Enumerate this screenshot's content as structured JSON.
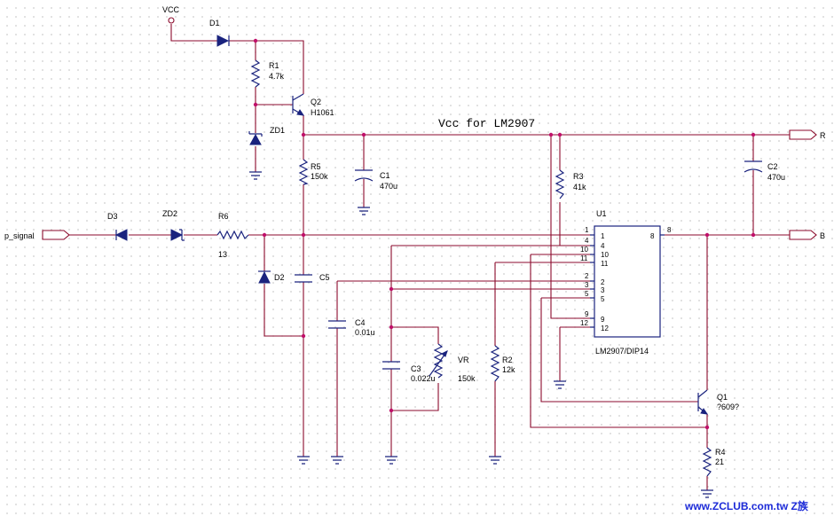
{
  "power": {
    "vcc": "VCC",
    "vcc_net": "Vcc for LM2907"
  },
  "ports": {
    "input": "p_signal",
    "out_r": "R",
    "out_b": "B"
  },
  "parts": {
    "d1": {
      "ref": "D1"
    },
    "r1": {
      "ref": "R1",
      "value": "4.7k"
    },
    "q2": {
      "ref": "Q2",
      "value": "H1061"
    },
    "zd1": {
      "ref": "ZD1"
    },
    "r5": {
      "ref": "R5",
      "value": "150k"
    },
    "c1": {
      "ref": "C1",
      "value": "470u"
    },
    "r3": {
      "ref": "R3",
      "value": "41k"
    },
    "c2": {
      "ref": "C2",
      "value": "470u"
    },
    "d3": {
      "ref": "D3"
    },
    "zd2": {
      "ref": "ZD2"
    },
    "r6": {
      "ref": "R6",
      "value": "13"
    },
    "d2": {
      "ref": "D2"
    },
    "c5": {
      "ref": "C5"
    },
    "c4": {
      "ref": "C4",
      "value": "0.01u"
    },
    "c3": {
      "ref": "C3",
      "value": "0.022u"
    },
    "vr": {
      "ref": "VR",
      "value": "150k"
    },
    "r2": {
      "ref": "R2",
      "value": "12k"
    },
    "q1": {
      "ref": "Q1",
      "value": "?609?"
    },
    "r4": {
      "ref": "R4",
      "value": "21"
    },
    "u1": {
      "ref": "U1",
      "value": "LM2907/DIP14",
      "pins_left": [
        "1",
        "4",
        "10",
        "11",
        "2",
        "3",
        "5",
        "9",
        "12"
      ],
      "pins_right": [
        "8"
      ],
      "outside_left": [
        "1",
        "4",
        "10",
        "11",
        "2",
        "3",
        "5",
        "9",
        "12"
      ],
      "outside_right": [
        "8"
      ]
    }
  },
  "watermark": "www.ZCLUB.com.tw Z族"
}
